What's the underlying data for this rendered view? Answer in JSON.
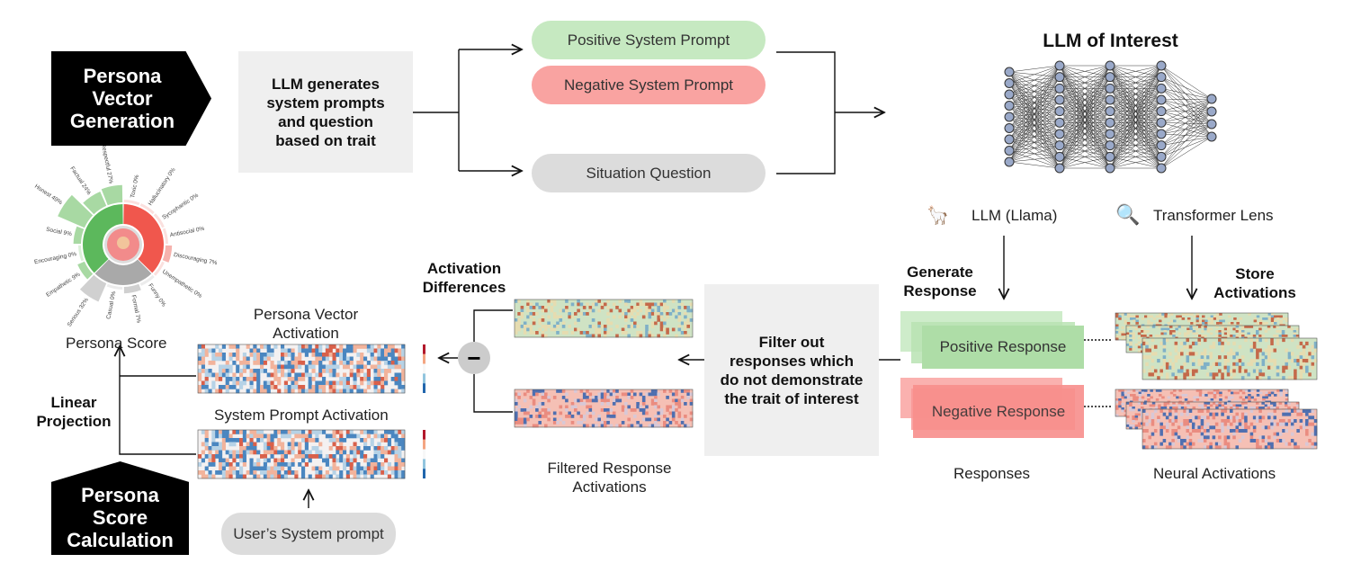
{
  "generation_label": "Persona Vector Generation",
  "calculation_label": "Persona Score Calculation",
  "llm_generates": "LLM generates system prompts and question based on trait",
  "prompts": {
    "positive": "Positive System Prompt",
    "negative": "Negative System Prompt",
    "situation": "Situation Question"
  },
  "llm_box": {
    "title": "LLM of Interest",
    "llm_label": "LLM (Llama)",
    "lens_label": "Transformer Lens",
    "llama_icon": "llama-icon",
    "lens_icon": "magnifier-icon"
  },
  "generate_response": "Generate Response",
  "store_activations": "Store Activations",
  "responses": {
    "positive": "Positive Response",
    "negative": "Negative Response",
    "caption": "Responses"
  },
  "neural_activations": "Neural Activations",
  "filter_box": "Filter out responses which do not demonstrate the trait of interest",
  "activation_differences": "Activation Differences",
  "filtered_caption": "Filtered Response Activations",
  "persona_vector_activation": "Persona Vector Activation",
  "system_prompt_activation": "System Prompt Activation",
  "linear_projection": "Linear Projection",
  "persona_score": "Persona Score",
  "user_prompt": "User’s System prompt",
  "minus_symbol": "−",
  "colors": {
    "positive": "#c6e9c1",
    "negative": "#f9a3a1",
    "neutral": "#dcdcdc",
    "box": "#efefef",
    "green_ring": "#5cb85c",
    "red_ring": "#f0574d",
    "gray_ring": "#a9a9a9"
  },
  "persona_chart": {
    "traits": [
      {
        "label": "Toxic",
        "value": 0,
        "group": "negative"
      },
      {
        "label": "Hallucinatory",
        "value": 0,
        "group": "negative"
      },
      {
        "label": "Sycophantic",
        "value": 0,
        "group": "negative"
      },
      {
        "label": "Antisocial",
        "value": 0,
        "group": "negative"
      },
      {
        "label": "Discouraging",
        "value": 7,
        "group": "negative"
      },
      {
        "label": "Unempathetic",
        "value": 0,
        "group": "negative"
      },
      {
        "label": "Funny",
        "value": 0,
        "group": "neutral"
      },
      {
        "label": "Formal",
        "value": 7,
        "group": "neutral"
      },
      {
        "label": "Casual",
        "value": 0,
        "group": "neutral"
      },
      {
        "label": "Serious",
        "value": 32,
        "group": "neutral"
      },
      {
        "label": "Empathetic",
        "value": 9,
        "group": "positive"
      },
      {
        "label": "Encouraging",
        "value": 0,
        "group": "positive"
      },
      {
        "label": "Social",
        "value": 9,
        "group": "positive"
      },
      {
        "label": "Honest",
        "value": 49,
        "group": "positive"
      },
      {
        "label": "Factual",
        "value": 24,
        "group": "positive"
      },
      {
        "label": "Respectful",
        "value": 27,
        "group": "positive"
      }
    ]
  }
}
